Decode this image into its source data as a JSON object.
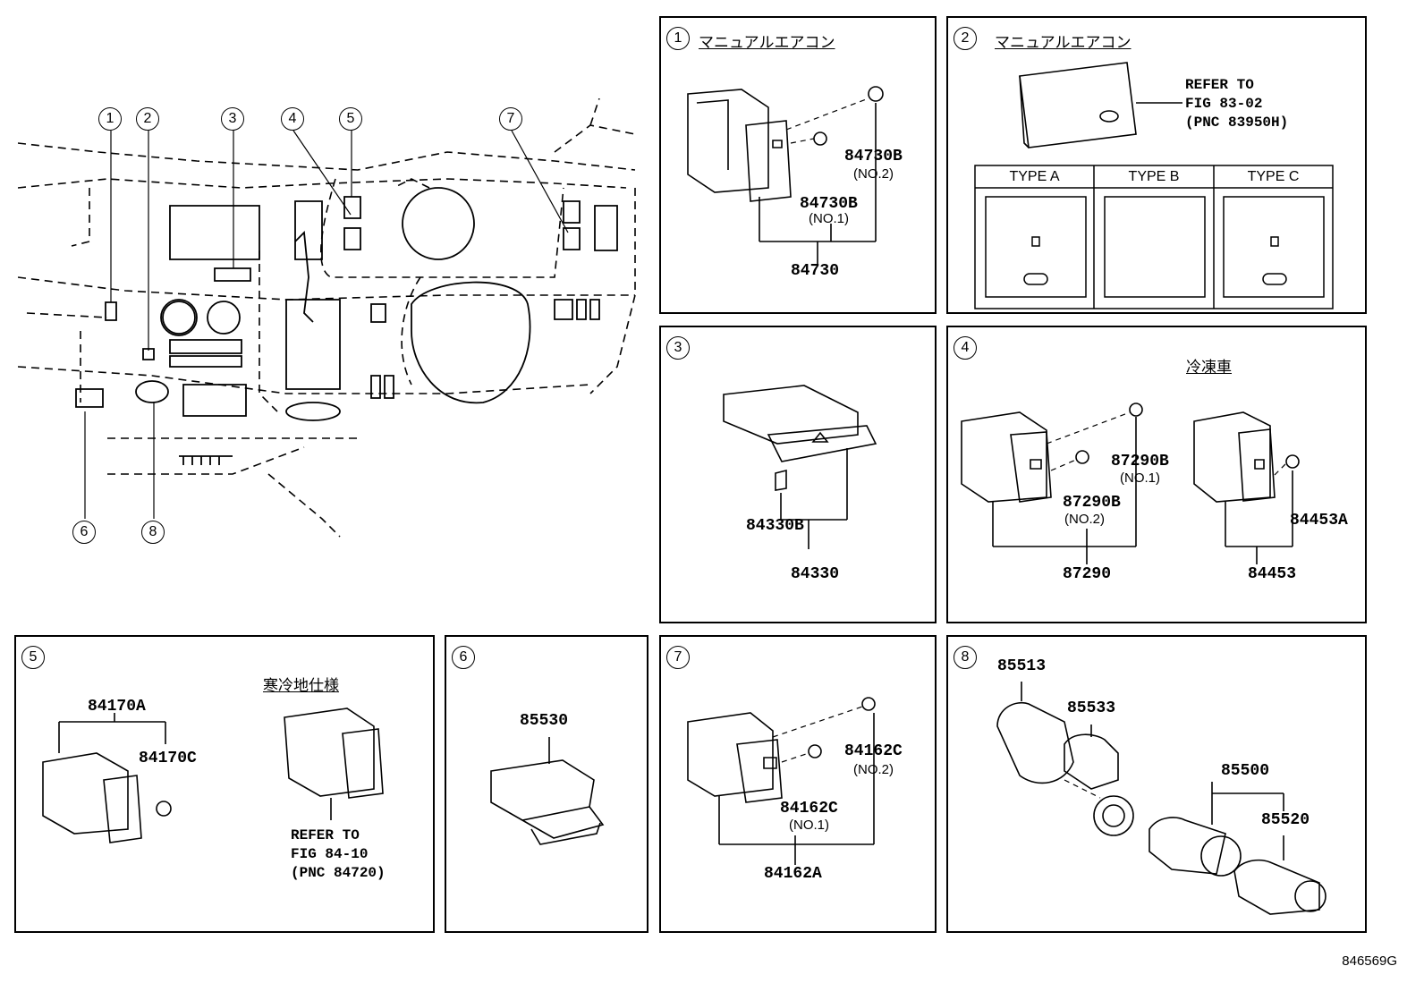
{
  "overview": {
    "callouts": [
      "1",
      "2",
      "3",
      "4",
      "5",
      "7",
      "6",
      "8"
    ]
  },
  "panels": {
    "p1": {
      "num": "1",
      "title": "マニュアルエアコン",
      "parts": {
        "a": "84730B",
        "a_note": "(NO.2)",
        "b": "84730B",
        "b_note": "(NO.1)",
        "c": "84730"
      }
    },
    "p2": {
      "num": "2",
      "title": "マニュアルエアコン",
      "refer": "REFER TO\nFIG 83-02\n(PNC 83950H)",
      "types": [
        "TYPE A",
        "TYPE B",
        "TYPE C"
      ]
    },
    "p3": {
      "num": "3",
      "parts": {
        "a": "84330B",
        "b": "84330"
      }
    },
    "p4": {
      "num": "4",
      "title": "冷凍車",
      "parts": {
        "a": "87290B",
        "a_note": "(NO.1)",
        "b": "87290B",
        "b_note": "(NO.2)",
        "c": "87290",
        "d": "84453A",
        "e": "84453"
      }
    },
    "p5": {
      "num": "5",
      "title": "寒冷地仕様",
      "parts": {
        "a": "84170A",
        "b": "84170C"
      },
      "refer": "REFER TO\nFIG 84-10\n(PNC 84720)"
    },
    "p6": {
      "num": "6",
      "parts": {
        "a": "85530"
      }
    },
    "p7": {
      "num": "7",
      "parts": {
        "a": "84162C",
        "a_note": "(NO.2)",
        "b": "84162C",
        "b_note": "(NO.1)",
        "c": "84162A"
      }
    },
    "p8": {
      "num": "8",
      "parts": {
        "a": "85513",
        "b": "85533",
        "c": "85500",
        "d": "85520"
      }
    }
  },
  "diagram_code": "846569G",
  "colors": {
    "line": "#000000",
    "background": "#ffffff"
  }
}
